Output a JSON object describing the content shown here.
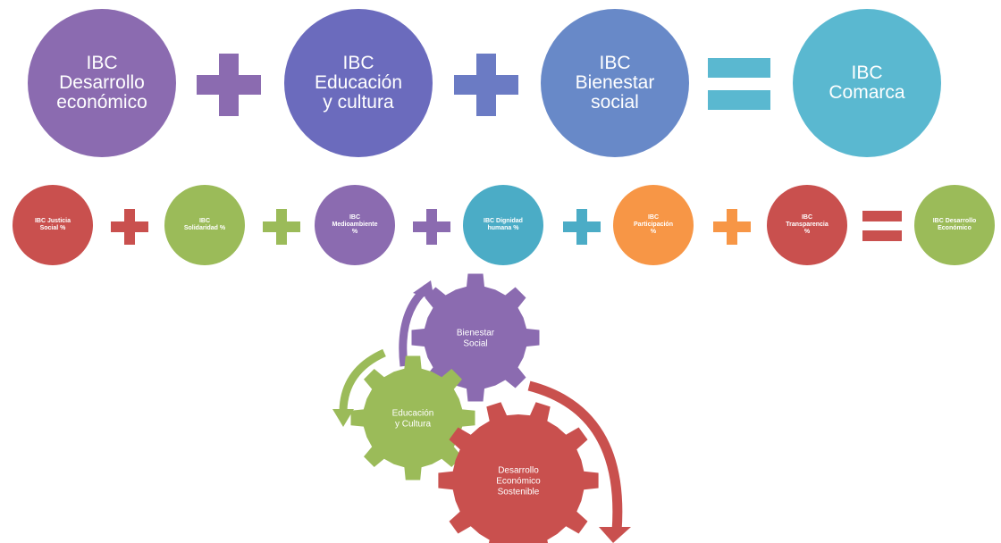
{
  "top_row": {
    "circles": [
      {
        "label": "IBC\nDesarrollo\neconómico",
        "color": "#8B6BB0"
      },
      {
        "label": "IBC\nEducación\ny cultura",
        "color": "#6B6BBD"
      },
      {
        "label": "IBC\nBienestar\nsocial",
        "color": "#6889C8"
      },
      {
        "label": "IBC\nComarca",
        "color": "#5AB8D0"
      }
    ],
    "operators": [
      {
        "type": "plus",
        "color": "#8B6BB0"
      },
      {
        "type": "plus",
        "color": "#6B7BC4"
      },
      {
        "type": "equals",
        "color": "#5AB8D0"
      }
    ]
  },
  "second_row": {
    "circles": [
      {
        "label": "IBC Justicia\nSocial %",
        "color": "#C9504E"
      },
      {
        "label": "IBC\nSolidaridad %",
        "color": "#9BBB59"
      },
      {
        "label": "IBC\nMedioambiente\n%",
        "color": "#8B6BB0"
      },
      {
        "label": "IBC Dignidad\nhumana %",
        "color": "#4BACC6"
      },
      {
        "label": "IBC\nParticipación\n%",
        "color": "#F79646"
      },
      {
        "label": "IBC\nTransparencia\n%",
        "color": "#C9504E"
      },
      {
        "label": "IBC Desarrollo\nEconómico",
        "color": "#9BBB59"
      }
    ],
    "operators": [
      {
        "type": "plus",
        "color": "#C9504E"
      },
      {
        "type": "plus",
        "color": "#9BBB59"
      },
      {
        "type": "plus",
        "color": "#8B6BB0"
      },
      {
        "type": "plus",
        "color": "#4BACC6"
      },
      {
        "type": "plus",
        "color": "#F79646"
      },
      {
        "type": "equals",
        "color": "#C9504E"
      }
    ]
  },
  "gears": [
    {
      "label_lines": [
        "Bienestar",
        "Social"
      ],
      "color": "#8B6BB0"
    },
    {
      "label_lines": [
        "Educación",
        "y Cultura"
      ],
      "color": "#9BBB59"
    },
    {
      "label_lines": [
        "Desarrollo",
        "Económico",
        "Sostenible"
      ],
      "color": "#C9504E"
    }
  ]
}
